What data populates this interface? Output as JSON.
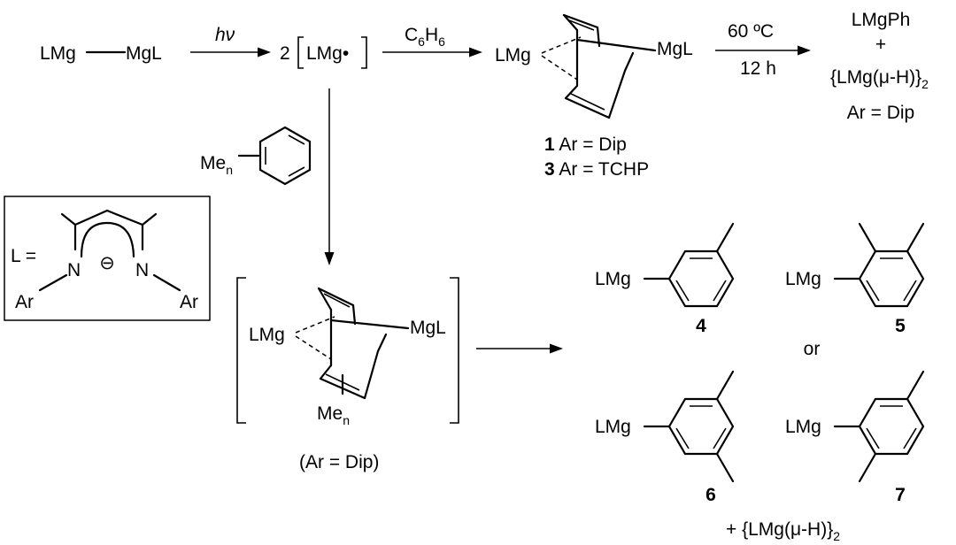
{
  "reactant": {
    "left": "LMg",
    "right": "MgL"
  },
  "step1": {
    "condition": "hν"
  },
  "radical": {
    "coefficient": "2",
    "species": "LMg•"
  },
  "step2": {
    "reagent_base": "C",
    "reagent_sub1": "6",
    "reagent_mid": "H",
    "reagent_sub2": "6"
  },
  "bicyclic_product": {
    "left_label": "LMg",
    "right_label": "MgL",
    "variants": [
      {
        "number": "1",
        "text": " Ar = Dip"
      },
      {
        "number": "3",
        "text": " Ar = TCHP"
      }
    ]
  },
  "step3": {
    "temperature": "60 ºC",
    "time": "12 h"
  },
  "thermolysis_products": {
    "line1": "LMgPh",
    "line2": "+",
    "line3_main": "{LMg(μ-H)}",
    "line3_sub": "2",
    "line4": "Ar = Dip"
  },
  "arene_reagent": {
    "base": "Me",
    "sub": "n"
  },
  "ligand_box": {
    "prefix": "L =",
    "n_left": "N",
    "n_right": "N",
    "charge": "⊖",
    "ar_left": "Ar",
    "ar_right": "Ar"
  },
  "intermediate": {
    "left_label": "LMg",
    "right_label": "MgL",
    "me_base": "Me",
    "me_sub": "n",
    "note": "(Ar = Dip)"
  },
  "aryl_products": {
    "label_prefix": "LMg",
    "compounds": [
      {
        "number": "4"
      },
      {
        "number": "5"
      },
      {
        "number": "6"
      },
      {
        "number": "7"
      }
    ],
    "separator": "or",
    "byproduct_main": "+ {LMg(μ-H)}",
    "byproduct_sub": "2"
  }
}
